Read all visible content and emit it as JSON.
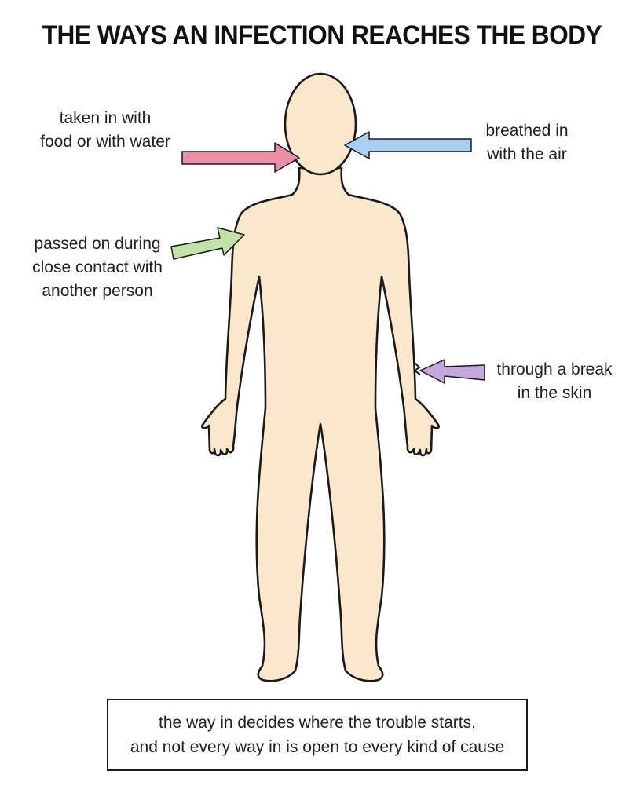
{
  "title": "THE WAYS AN INFECTION REACHES THE BODY",
  "routes": [
    {
      "id": "food",
      "lines": [
        "taken in with",
        "food or with water"
      ],
      "arrow_color": "#ec8fa6"
    },
    {
      "id": "air",
      "lines": [
        "breathed in",
        "with the air"
      ],
      "arrow_color": "#a8d0f2"
    },
    {
      "id": "contact",
      "lines": [
        "passed on during",
        "close contact with",
        "another person"
      ],
      "arrow_color": "#c2e3a6"
    },
    {
      "id": "skin",
      "lines": [
        "through a break",
        "in the skin"
      ],
      "arrow_color": "#c4a6dc"
    }
  ],
  "note": {
    "lines": [
      "the way in decides where the trouble starts,",
      "and not every way in is open to every kind of cause"
    ]
  },
  "colors": {
    "body_fill": "#fbe8cc",
    "outline": "#1a1a1a"
  }
}
